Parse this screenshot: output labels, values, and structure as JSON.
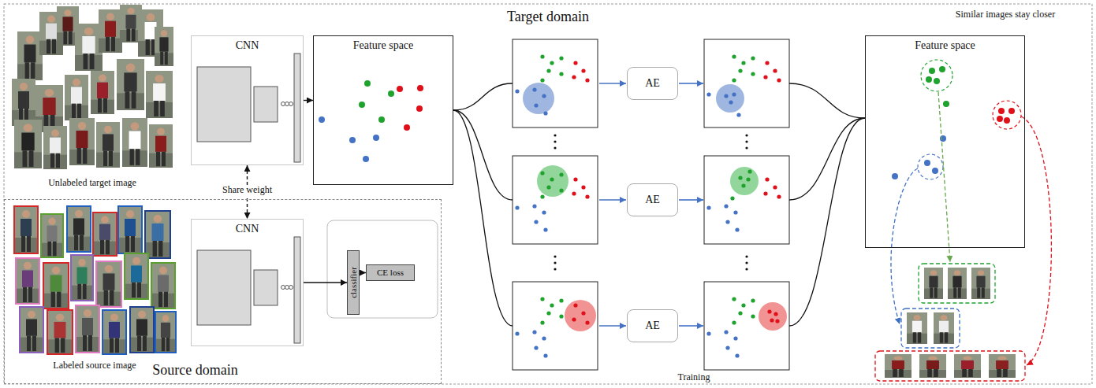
{
  "diagram": {
    "nodes": [
      {
        "text": [
          "CNN"
        ]
      },
      {
        "text": [
          "Feature space"
        ]
      },
      {
        "text": [
          "Source domain"
        ]
      },
      {
        "text": [
          "CNN"
        ],
        "in": 2
      },
      {
        "text": [
          "classifier"
        ],
        "in": 2
      },
      {
        "text": [
          "CE loss"
        ],
        "in": 2
      },
      {
        "text": [
          "AE"
        ]
      },
      {
        "text": [
          "AE"
        ]
      },
      {
        "text": [
          "AE"
        ]
      },
      {
        "text": [
          "Feature space"
        ]
      }
    ],
    "edges": [
      {
        "from": 0,
        "to": 1,
        "arrow": "to"
      },
      {
        "from": 0,
        "to": 3,
        "arrow": "both",
        "label": "Share weight"
      },
      {
        "from": 3,
        "to": 4,
        "arrow": "to"
      },
      {
        "from": 4,
        "to": 5,
        "arrow": "to"
      }
    ],
    "labels": [
      "Target domain",
      "Similar images stay closer",
      "Unlabeled target image",
      "Labeled source image",
      "Training"
    ]
  }
}
